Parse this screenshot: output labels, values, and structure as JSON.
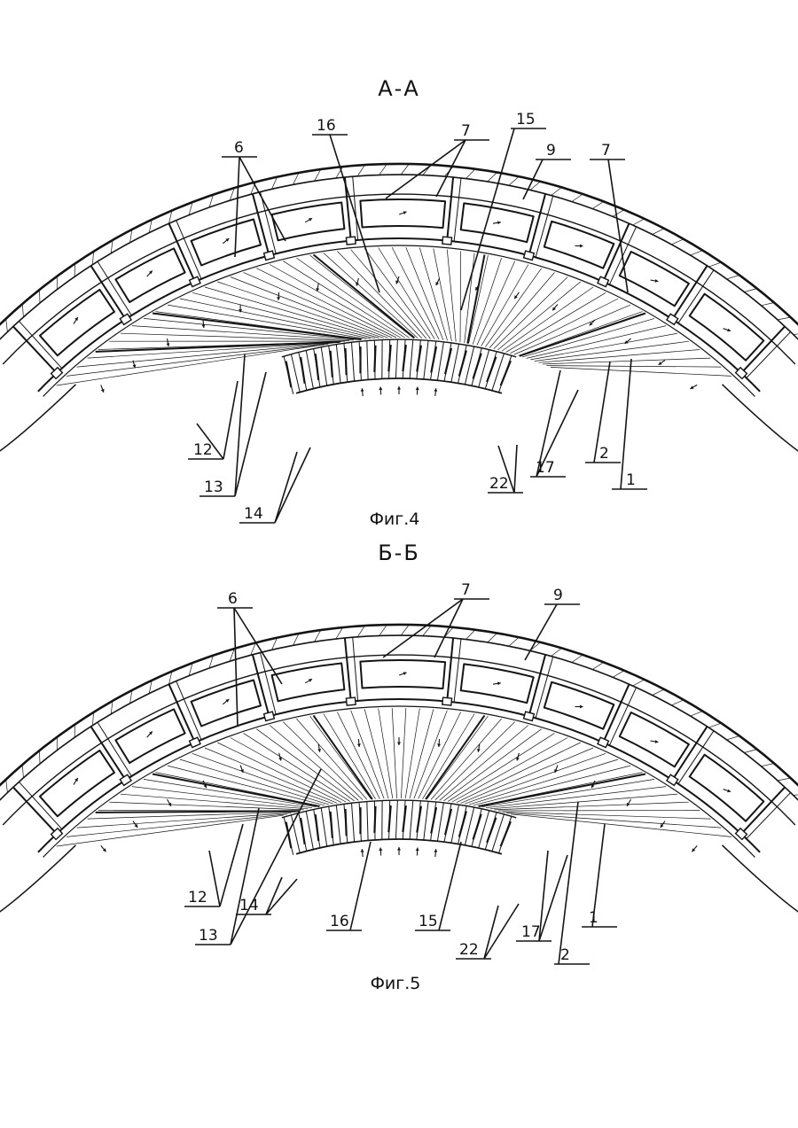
{
  "colors": {
    "ink": "#141414",
    "paper": "#ffffff"
  },
  "figures": [
    {
      "id": "fig4",
      "section_label": "А-А",
      "caption": "Фиг.4",
      "labels": [
        "6",
        "16",
        "7",
        "15",
        "9",
        "7",
        "12",
        "13",
        "14",
        "22",
        "17",
        "2",
        "1"
      ]
    },
    {
      "id": "fig5",
      "section_label": "Б-Б",
      "caption": "Фиг.5",
      "labels": [
        "6",
        "7",
        "9",
        "12",
        "13",
        "14",
        "16",
        "15",
        "22",
        "17",
        "2",
        "1"
      ]
    }
  ]
}
